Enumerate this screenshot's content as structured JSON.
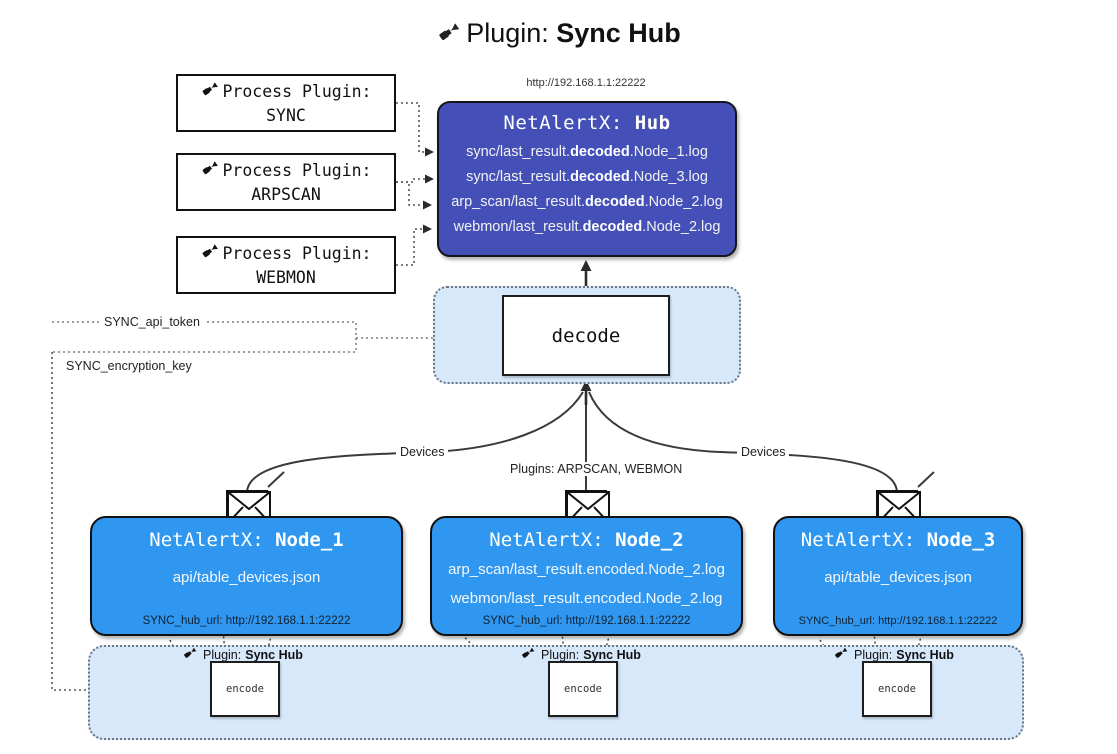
{
  "header": {
    "icon": "plug-icon",
    "prefix": "Plugin:",
    "title": "Sync Hub"
  },
  "hub": {
    "url_label": "http://192.168.1.1:22222",
    "name_prefix": "NetAlertX:",
    "name": "Hub",
    "color": "#4450b8",
    "logs": [
      {
        "pre": "sync/last_result.",
        "em": "decoded",
        "post": ".Node_1.log"
      },
      {
        "pre": "sync/last_result.",
        "em": "decoded",
        "post": ".Node_3.log"
      },
      {
        "pre": "arp_scan/last_result.",
        "em": "decoded",
        "post": ".Node_2.log"
      },
      {
        "pre": "webmon/last_result.",
        "em": "decoded",
        "post": ".Node_2.log"
      }
    ]
  },
  "process_plugins": [
    {
      "icon": "plug-icon",
      "line1": "Process Plugin:",
      "line2": "SYNC"
    },
    {
      "icon": "plug-icon",
      "line1": "Process Plugin:",
      "line2": "ARPSCAN"
    },
    {
      "icon": "plug-icon",
      "line1": "Process Plugin:",
      "line2": "WEBMON"
    }
  ],
  "settings_labels": {
    "api_token": "SYNC_api_token",
    "encryption_key": "SYNC_encryption_key"
  },
  "decode": {
    "label": "decode",
    "group_color": "#d7e8fb"
  },
  "edge_labels": {
    "devices_left": "Devices",
    "devices_right": "Devices",
    "plugins_center": "Plugins: ARPSCAN, WEBMON"
  },
  "nodes": [
    {
      "name_prefix": "NetAlertX:",
      "name": "Node_1",
      "lines": [
        "api/table_devices.json"
      ],
      "hub_url": "SYNC_hub_url: http://192.168.1.1:22222",
      "icon": "envelope-icon",
      "color": "#2f97f0"
    },
    {
      "name_prefix": "NetAlertX:",
      "name": "Node_2",
      "lines": [
        "arp_scan/last_result.encoded.Node_2.log",
        "webmon/last_result.encoded.Node_2.log"
      ],
      "hub_url": "SYNC_hub_url: http://192.168.1.1:22222",
      "icon": "envelope-icon",
      "color": "#2f97f0"
    },
    {
      "name_prefix": "NetAlertX:",
      "name": "Node_3",
      "lines": [
        "api/table_devices.json"
      ],
      "hub_url": "SYNC_hub_url: http://192.168.1.1:22222",
      "icon": "envelope-icon",
      "color": "#2f97f0"
    }
  ],
  "encode_cells": [
    {
      "icon": "plug-icon",
      "tag_prefix": "Plugin:",
      "tag_name": "Sync Hub",
      "label": "encode"
    },
    {
      "icon": "plug-icon",
      "tag_prefix": "Plugin:",
      "tag_name": "Sync Hub",
      "label": "encode"
    },
    {
      "icon": "plug-icon",
      "tag_prefix": "Plugin:",
      "tag_name": "Sync Hub",
      "label": "encode"
    }
  ]
}
